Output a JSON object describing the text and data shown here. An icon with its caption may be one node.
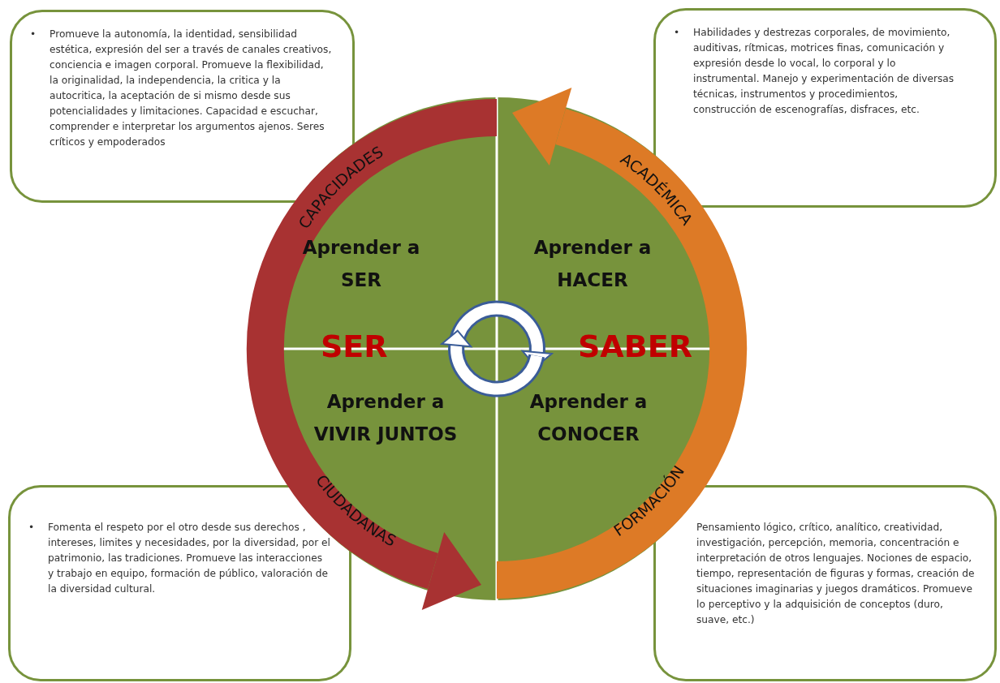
{
  "diagram": {
    "nodes": [
      {
        "text": [
          "•",
          "Promueve la autonomía, la identidad, sensibilidad estética, expresión del ser a través de canales creativos, conciencia e imagen corporal. Promueve la flexibilidad, la originalidad, la independencia, la critica y la autocritica, la aceptación de si mismo desde sus potencialidades y limitaciones. Capacidad e escuchar, comprender e interpretar los argumentos ajenos. Seres críticos y empoderados"
        ]
      },
      {
        "text": [
          "•",
          "Habilidades y destrezas corporales, de movimiento, auditivas, rítmicas, motrices finas, comunicación y expresión desde lo vocal, lo corporal y lo instrumental. Manejo y experimentación de diversas técnicas, instrumentos y procedimientos, construcción de escenografías, disfraces, etc."
        ]
      },
      {
        "text": [
          "•",
          "Fomenta el respeto por el otro desde sus derechos , intereses, limites y necesidades, por la diversidad, por el patrimonio, las tradiciones. Promueve las interacciones y trabajo en equipo, formación de público, valoración de la diversidad cultural."
        ]
      },
      {
        "text": [
          "Pensamiento lógico, crítico, analítico, creatividad, investigación, percepción, memoria, concentración e interpretación de otros lenguajes. Nociones de espacio, tiempo, representación de figuras y formas, creación de situaciones imaginarias y juegos dramáticos. Promueve lo perceptivo y la adquisición de conceptos (duro, suave, etc.)"
        ]
      }
    ],
    "labels": [
      "CAPACIDADES",
      "ACADÉMICA",
      "Aprender a SER",
      "Aprender a HACER",
      "SER",
      "SABER",
      "Aprender a VIVIR JUNTOS",
      "Aprender a CONOCER",
      "CIUDADANAS",
      "FORMACIÓN"
    ]
  }
}
